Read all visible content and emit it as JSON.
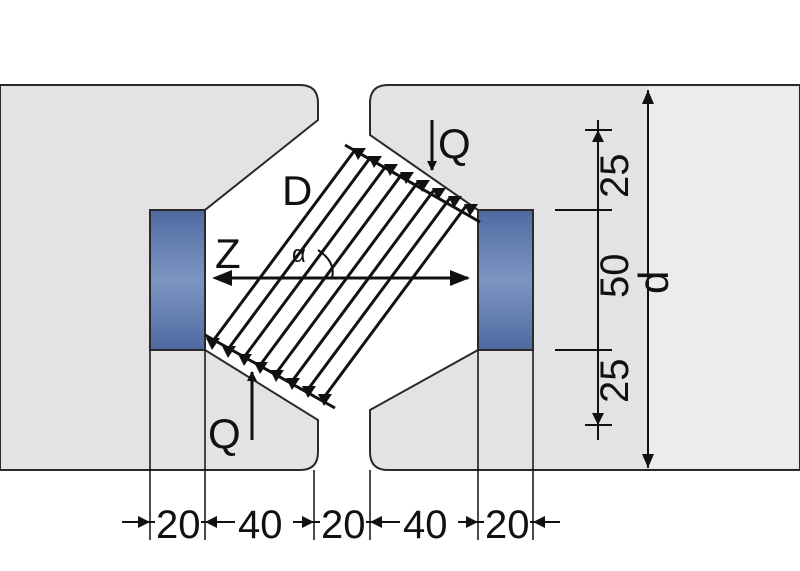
{
  "labels": {
    "force_d": "D",
    "force_z": "Z",
    "angle": "α",
    "force_q_top": "Q",
    "force_q_bottom": "Q",
    "dimension_d": "d"
  },
  "dimensions": {
    "vertical": [
      "25",
      "50",
      "25"
    ],
    "horizontal": [
      "20",
      "40",
      "20",
      "40",
      "20"
    ]
  },
  "colors": {
    "background": "#ffffff",
    "part_fill": "#e3e3e6",
    "part_stroke": "#2a2a2a",
    "pad_fill": "#5f7bab",
    "line": "#111111"
  }
}
